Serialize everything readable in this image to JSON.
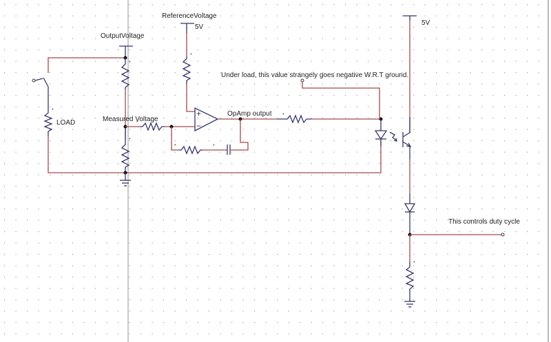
{
  "colors": {
    "wire": "#a04a4a",
    "component": "#35356a",
    "grid_dot": "#9a9a9a",
    "guide_line": "#b8b8b8",
    "background": "#ffffff"
  },
  "labels": {
    "reference_voltage": "ReferenceVoltage",
    "reference_5v": "5V",
    "output_voltage": "OutputVoltage",
    "load": "LOAD",
    "measured_voltage": "Measured Voltage",
    "opamp_output": "OpAmp output",
    "note_negative": "Under load, this value strangely goes negative W.R.T ground.",
    "supply_5v": "5V",
    "duty_cycle": "This controls duty cycle",
    "opamp_plus": "+",
    "opamp_minus": "−",
    "pin_mark": "*"
  },
  "components": [
    {
      "type": "switch",
      "name": "load-switch"
    },
    {
      "type": "resistor",
      "name": "load-resistor",
      "label": "LOAD"
    },
    {
      "type": "resistor",
      "name": "divider-top-resistor"
    },
    {
      "type": "resistor",
      "name": "divider-bottom-resistor"
    },
    {
      "type": "resistor",
      "name": "reference-resistor"
    },
    {
      "type": "resistor",
      "name": "input-resistor"
    },
    {
      "type": "resistor",
      "name": "feedback-resistor"
    },
    {
      "type": "capacitor",
      "name": "feedback-capacitor"
    },
    {
      "type": "opamp",
      "name": "error-amplifier"
    },
    {
      "type": "resistor",
      "name": "led-resistor"
    },
    {
      "type": "led",
      "name": "optocoupler-led"
    },
    {
      "type": "phototransistor",
      "name": "optocoupler-transistor"
    },
    {
      "type": "diode",
      "name": "output-diode"
    },
    {
      "type": "resistor",
      "name": "pulldown-resistor"
    },
    {
      "type": "ground",
      "name": "ground-left"
    },
    {
      "type": "ground",
      "name": "ground-right"
    }
  ]
}
